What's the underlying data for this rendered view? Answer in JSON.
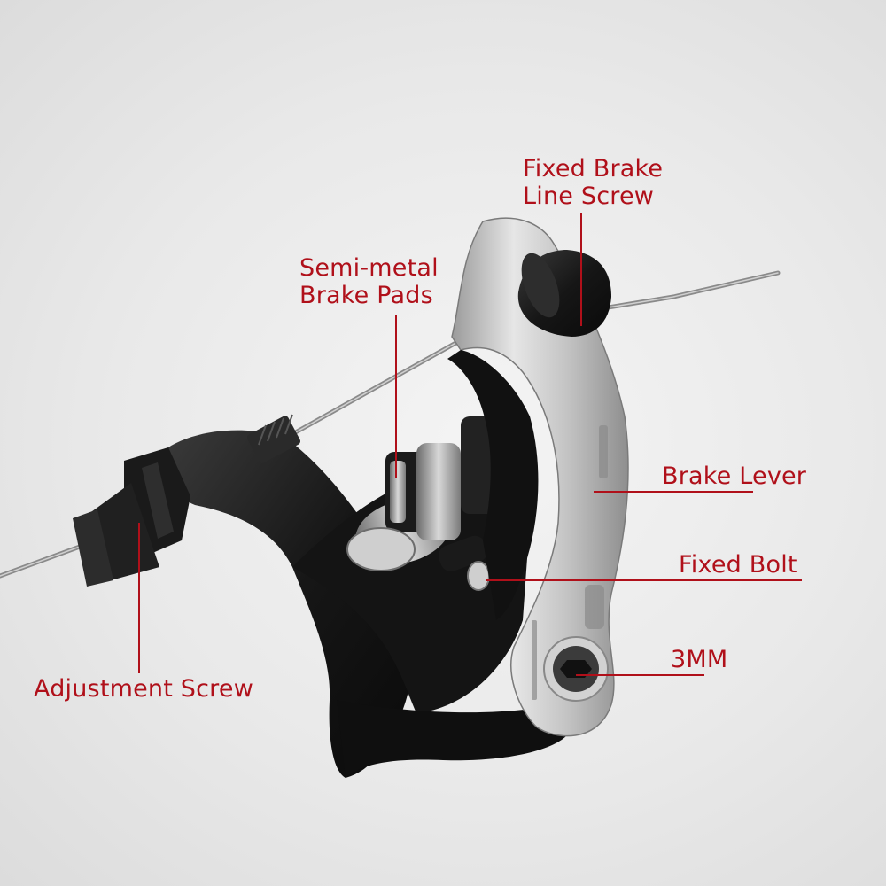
{
  "callouts": {
    "fixed_brake_line_screw": {
      "line1": "Fixed Brake",
      "line2": "Line Screw"
    },
    "semi_metal_brake_pads": {
      "line1": "Semi-metal",
      "line2": "Brake Pads"
    },
    "brake_lever": "Brake Lever",
    "fixed_bolt": "Fixed Bolt",
    "three_mm": "3MM",
    "adjustment_screw": "Adjustment Screw"
  },
  "colors": {
    "callout_text": "#b0101a",
    "callout_line": "#b0101a",
    "caliper_body": "#1c1c1c",
    "brake_lever_metal": "#c8c8c8",
    "background": "#e9e9e9"
  }
}
